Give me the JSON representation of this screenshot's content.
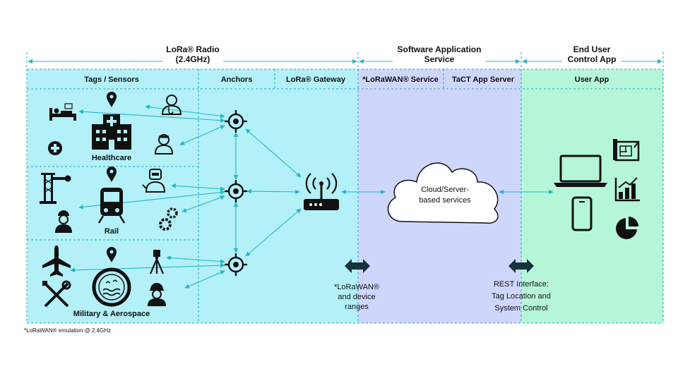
{
  "headers": {
    "radio_line1": "LoRa® Radio",
    "radio_line2": "(2.4GHz)",
    "software_line1": "Software Application",
    "software_line2": "Service",
    "enduser_line1": "End User",
    "enduser_line2": "Control App"
  },
  "subheaders": {
    "tags": "Tags  / Sensors",
    "anchors": "Anchors",
    "gateway": "LoRa® Gateway",
    "lorawan": "*LoRaWAN® Service",
    "tact": "TaCT App Server",
    "userapp": "User App"
  },
  "groups": {
    "healthcare": "Healthcare",
    "rail": "Rail",
    "military": "Military & Aerospace"
  },
  "cloud": {
    "line1": "Cloud/Server-",
    "line2": "based services"
  },
  "interfaces": {
    "lorawan_line1": "*LoRaWAN®",
    "lorawan_line2": "and device",
    "lorawan_line3": "ranges",
    "rest_line1": "REST Interface:",
    "rest_line2": "Tag Location and",
    "rest_line3": "System Control"
  },
  "footnote": "*LoRaWAN® emulation @ 2.4GHz",
  "colors": {
    "radio_zone": "#b3f0f8",
    "software_zone": "#cfd6fb",
    "user_zone": "#b6f6d8",
    "arrow": "#1fb7c4",
    "dark_arrow": "#16323a"
  },
  "icons": {
    "anchors": "crosshair-icon",
    "gateway": "router-icon",
    "devices": [
      "laptop-icon",
      "phone-icon",
      "blueprint-icon",
      "bar-chart-icon",
      "pie-chart-icon"
    ]
  }
}
